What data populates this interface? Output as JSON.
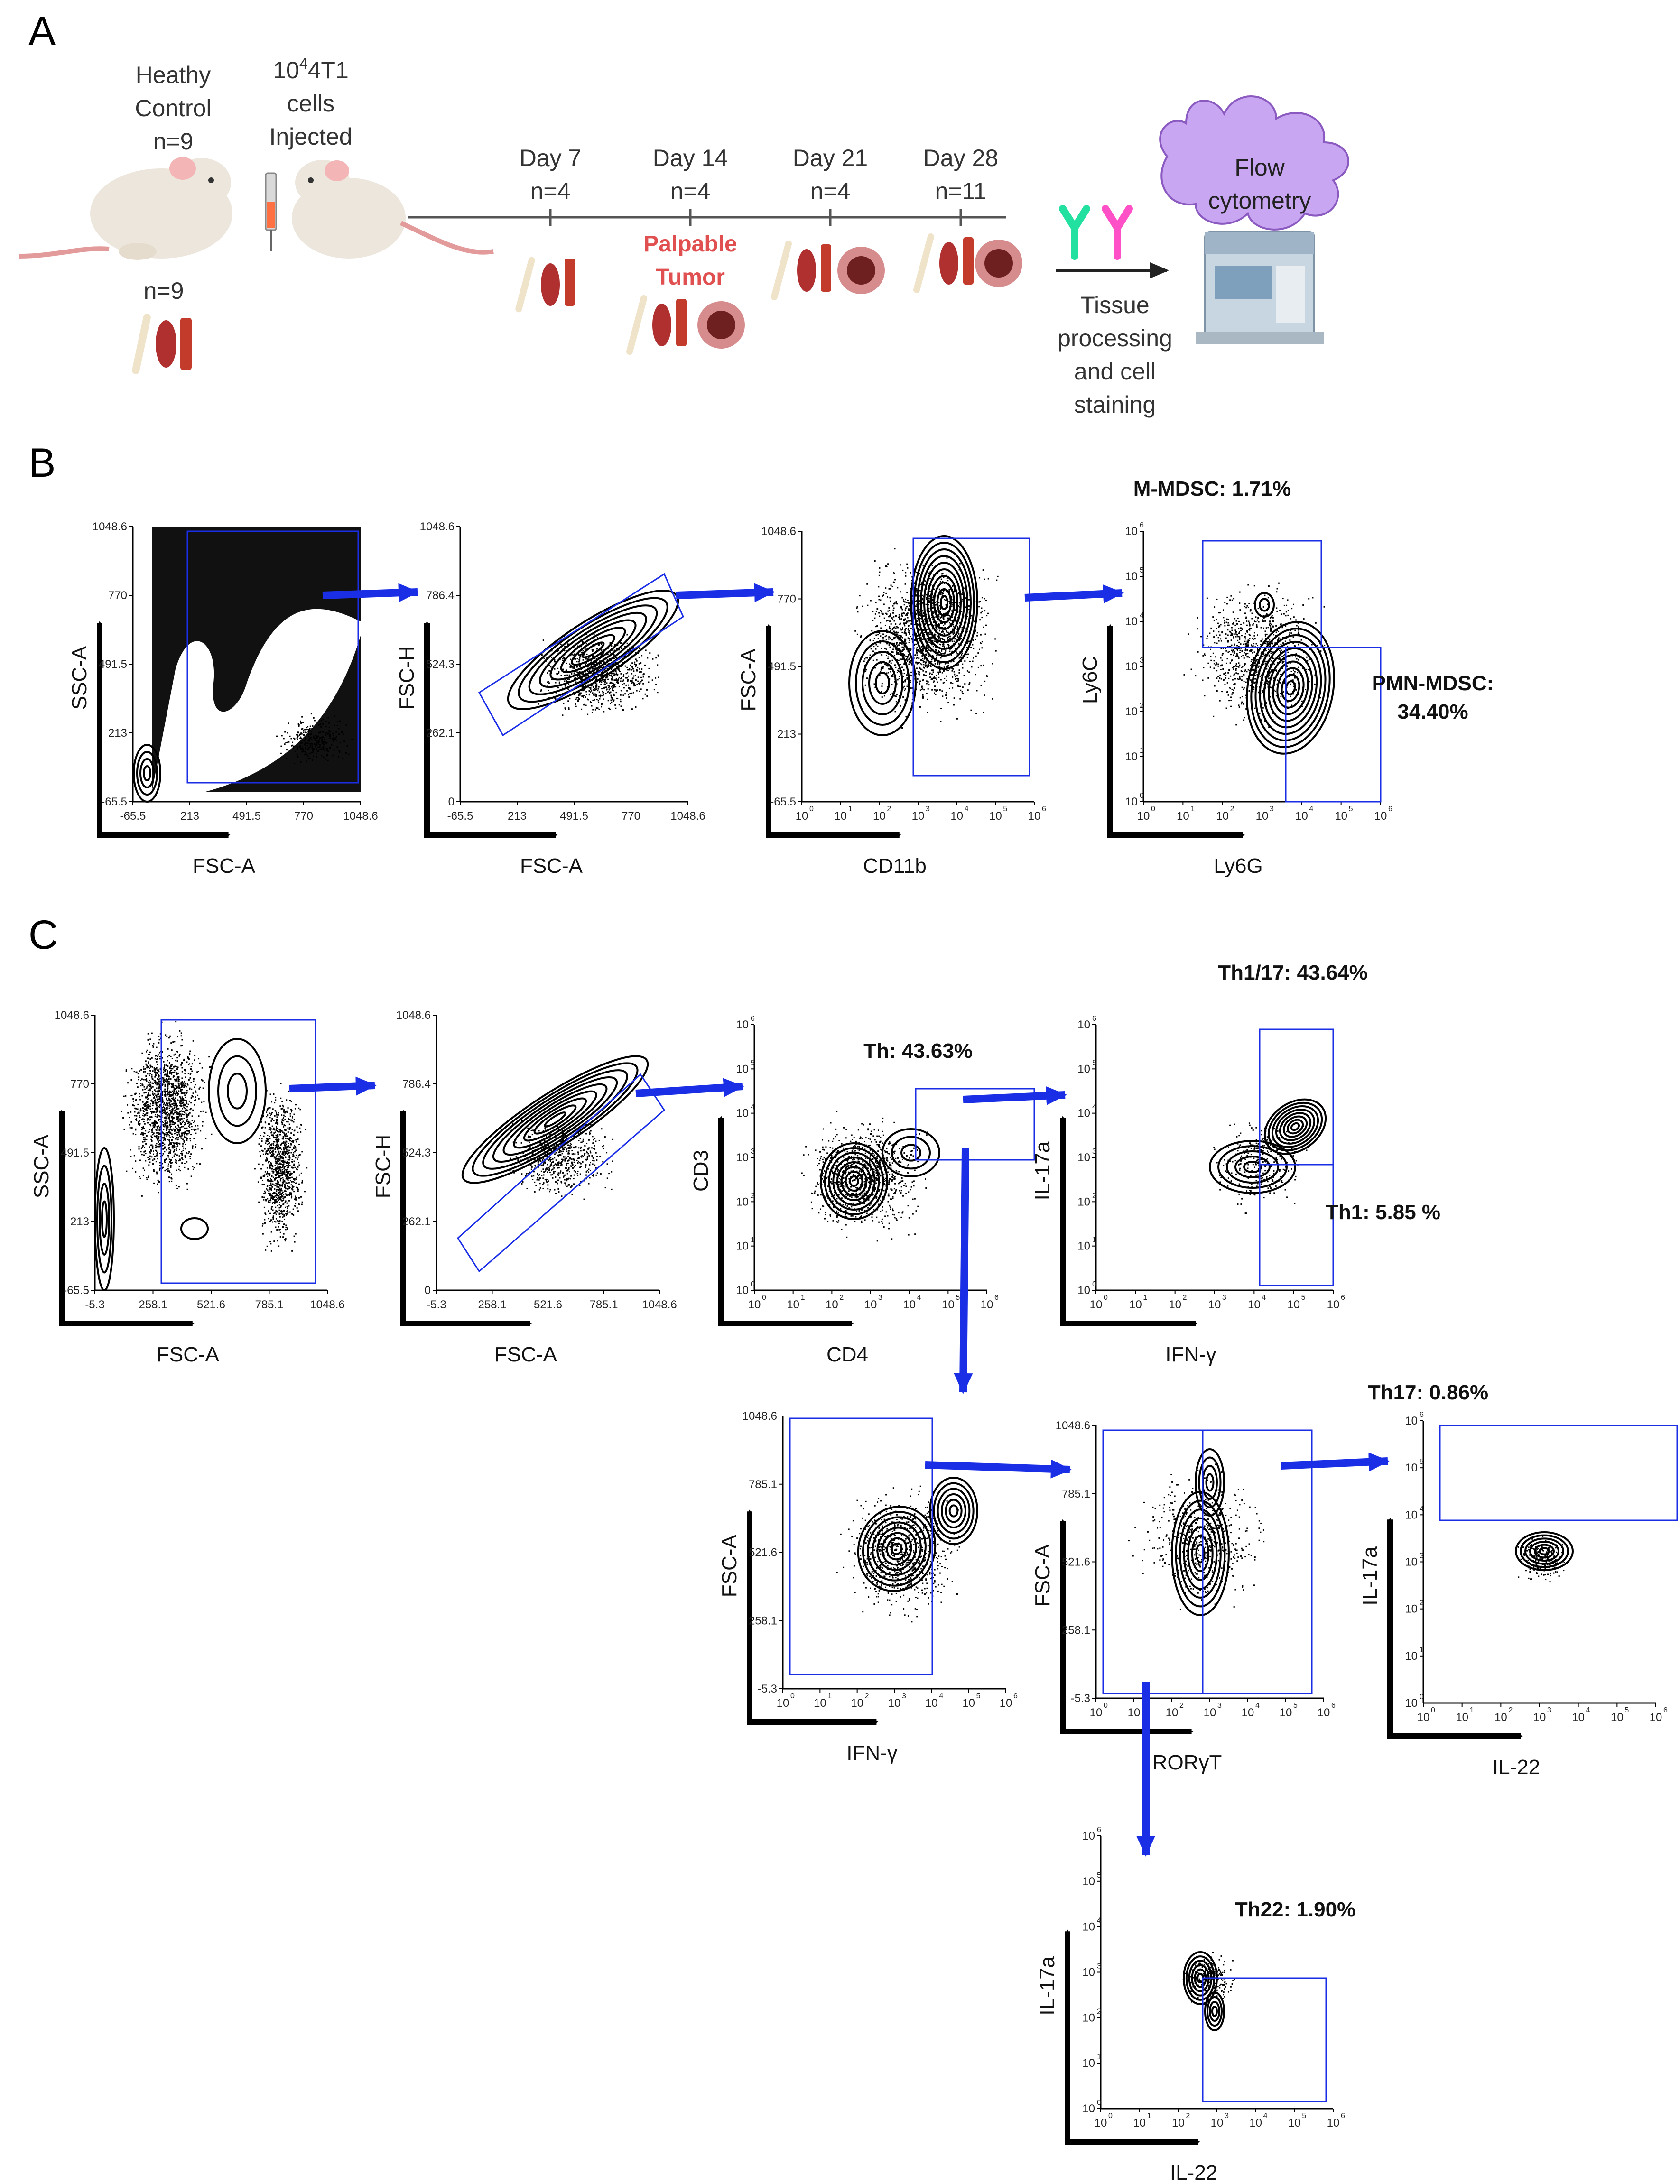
{
  "panel_a": {
    "letter": "A",
    "control": {
      "line1": "Heathy",
      "line2": "Control",
      "line3": "n=9",
      "bottom_n": "n=9"
    },
    "injected": {
      "prefix": "10",
      "exponent": "4",
      "suffix": "4T1",
      "line2": "cells",
      "line3": "Injected"
    },
    "timepoints": [
      {
        "day": "Day 7",
        "n": "n=4"
      },
      {
        "day": "Day 14",
        "n": "n=4"
      },
      {
        "day": "Day 21",
        "n": "n=4"
      },
      {
        "day": "Day 28",
        "n": "n=11"
      }
    ],
    "palpable": {
      "line1": "Palpable",
      "line2": "Tumor"
    },
    "processing": {
      "line1": "Tissue",
      "line2": "processing",
      "line3": "and cell",
      "line4": "staining"
    },
    "flow": {
      "line1": "Flow",
      "line2": "cytometry"
    },
    "colors": {
      "antibody_green": "#22e0a0",
      "antibody_pink": "#ff50c8",
      "flow_blob": "#c9a6f2",
      "tumor": "#b84a4a",
      "mouse": "#ece6dc"
    }
  },
  "panel_b": {
    "letter": "B",
    "plots": [
      {
        "ylabel": "SSC-A",
        "xlabel": "FSC-A",
        "yticks": [
          "1048.6",
          "770",
          "491.5",
          "213",
          "-65.5"
        ],
        "xticks": [
          "-65.5",
          "213",
          "491.5",
          "770",
          "1048.6"
        ]
      },
      {
        "ylabel": "FSC-H",
        "xlabel": "FSC-A",
        "yticks": [
          "1048.6",
          "786.4",
          "524.3",
          "262.1",
          "0"
        ],
        "xticks": [
          "-65.5",
          "213",
          "491.5",
          "770",
          "1048.6"
        ]
      },
      {
        "ylabel": "FSC-A",
        "xlabel": "CD11b",
        "yticks": [
          "1048.6",
          "770",
          "491.5",
          "213",
          "-65.5"
        ],
        "xticks": [
          "10",
          "10",
          "10",
          "10",
          "10",
          "10",
          "10"
        ]
      },
      {
        "ylabel": "Ly6C",
        "xlabel": "Ly6G",
        "yticks": [
          "10",
          "10",
          "10",
          "10",
          "10",
          "10",
          "10"
        ],
        "xticks": [
          "10",
          "10",
          "10",
          "10",
          "10",
          "10",
          "10"
        ]
      }
    ],
    "gates": {
      "m_mdsc": "M-MDSC: 1.71%",
      "pmn_line1": "PMN-MDSC:",
      "pmn_line2": "34.40%"
    }
  },
  "panel_c": {
    "letter": "C",
    "plots": [
      {
        "ylabel": "SSC-A",
        "xlabel": "FSC-A",
        "yticks": [
          "1048.6",
          "770",
          "491.5",
          "213",
          "-65.5"
        ],
        "xticks": [
          "-5.3",
          "258.1",
          "521.6",
          "785.1",
          "1048.6"
        ]
      },
      {
        "ylabel": "FSC-H",
        "xlabel": "FSC-A",
        "yticks": [
          "1048.6",
          "786.4",
          "524.3",
          "262.1",
          "0"
        ],
        "xticks": [
          "-5.3",
          "258.1",
          "521.6",
          "785.1",
          "1048.6"
        ]
      },
      {
        "ylabel": "CD3",
        "xlabel": "CD4",
        "yticks": [
          "10",
          "10",
          "10",
          "10",
          "10",
          "10",
          "10"
        ],
        "xticks": [
          "10",
          "10",
          "10",
          "10",
          "10",
          "10",
          "10"
        ]
      },
      {
        "ylabel": "IL-17a",
        "xlabel": "IFN-γ",
        "yticks": [
          "10",
          "10",
          "10",
          "10",
          "10",
          "10",
          "10"
        ],
        "xticks": [
          "10",
          "10",
          "10",
          "10",
          "10",
          "10",
          "10"
        ]
      },
      {
        "ylabel": "FSC-A",
        "xlabel": "IFN-γ",
        "yticks": [
          "1048.6",
          "785.1",
          "521.6",
          "258.1",
          "-5.3"
        ],
        "xticks": [
          "10",
          "10",
          "10",
          "10",
          "10",
          "10",
          "10"
        ]
      },
      {
        "ylabel": "FSC-A",
        "xlabel": "RORγT",
        "yticks": [
          "1048.6",
          "785.1",
          "521.6",
          "258.1",
          "-5.3"
        ],
        "xticks": [
          "10",
          "10",
          "10",
          "10",
          "10",
          "10",
          "10"
        ]
      },
      {
        "ylabel": "IL-17a",
        "xlabel": "IL-22",
        "yticks": [
          "10",
          "10",
          "10",
          "10",
          "10",
          "10",
          "10"
        ],
        "xticks": [
          "10",
          "10",
          "10",
          "10",
          "10",
          "10",
          "10"
        ]
      },
      {
        "ylabel": "IL-17a",
        "xlabel": "IL-22",
        "yticks": [
          "10",
          "10",
          "10",
          "10",
          "10",
          "10",
          "10"
        ],
        "xticks": [
          "10",
          "10",
          "10",
          "10",
          "10",
          "10",
          "10"
        ]
      }
    ],
    "gates": {
      "th": "Th: 43.63%",
      "th1_17": "Th1/17: 43.64%",
      "th1": "Th1: 5.85 %",
      "th17": "Th17: 0.86%",
      "th22": "Th22: 1.90%"
    }
  },
  "log_exponents": [
    "0",
    "1",
    "2",
    "3",
    "4",
    "5",
    "6"
  ]
}
